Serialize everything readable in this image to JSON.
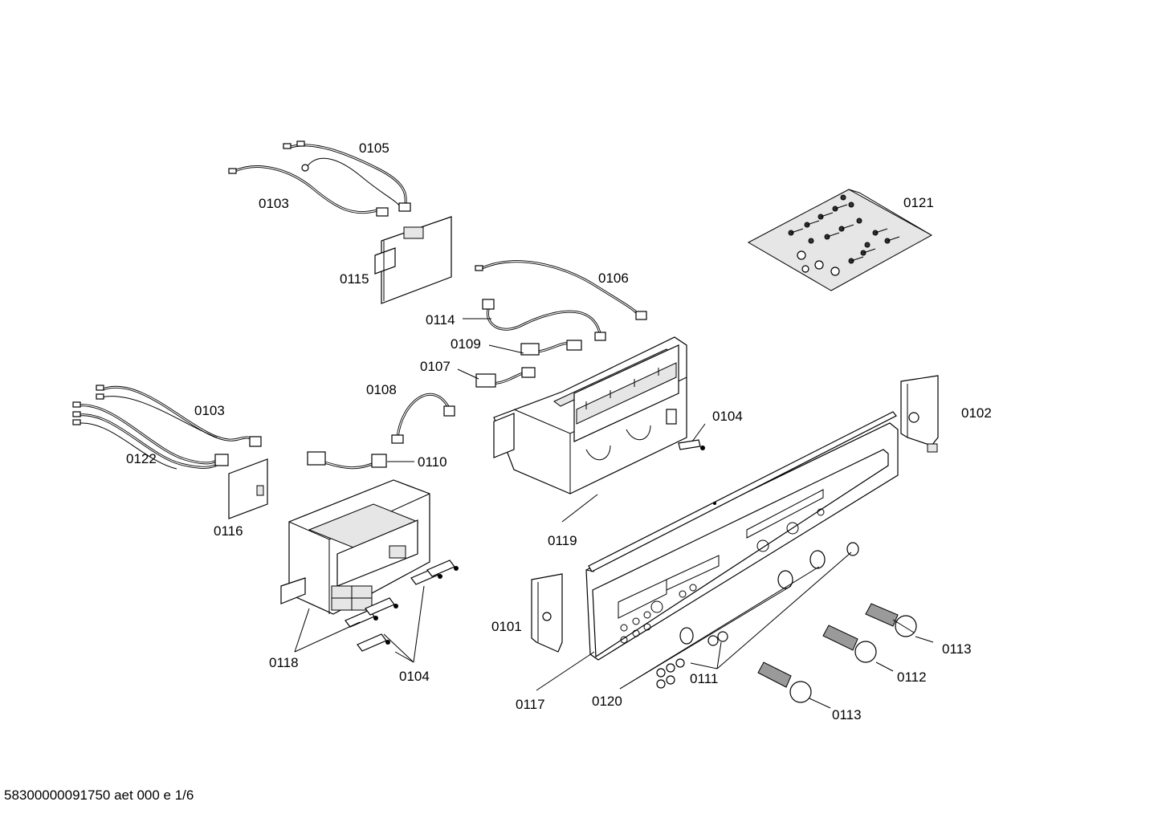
{
  "labels": {
    "l0105": "0105",
    "l0103a": "0103",
    "l0115": "0115",
    "l0121": "0121",
    "l0106": "0106",
    "l0114": "0114",
    "l0109": "0109",
    "l0107": "0107",
    "l0108": "0108",
    "l0103b": "0103",
    "l0122": "0122",
    "l0110": "0110",
    "l0116": "0116",
    "l0104a": "0104",
    "l0102": "0102",
    "l0119": "0119",
    "l0101": "0101",
    "l0113a": "0113",
    "l0118": "0118",
    "l0104b": "0104",
    "l0111": "0111",
    "l0112": "0112",
    "l0117": "0117",
    "l0120": "0120",
    "l0113b": "0113"
  },
  "footer": "58300000091750 aet 000 e 1/6"
}
